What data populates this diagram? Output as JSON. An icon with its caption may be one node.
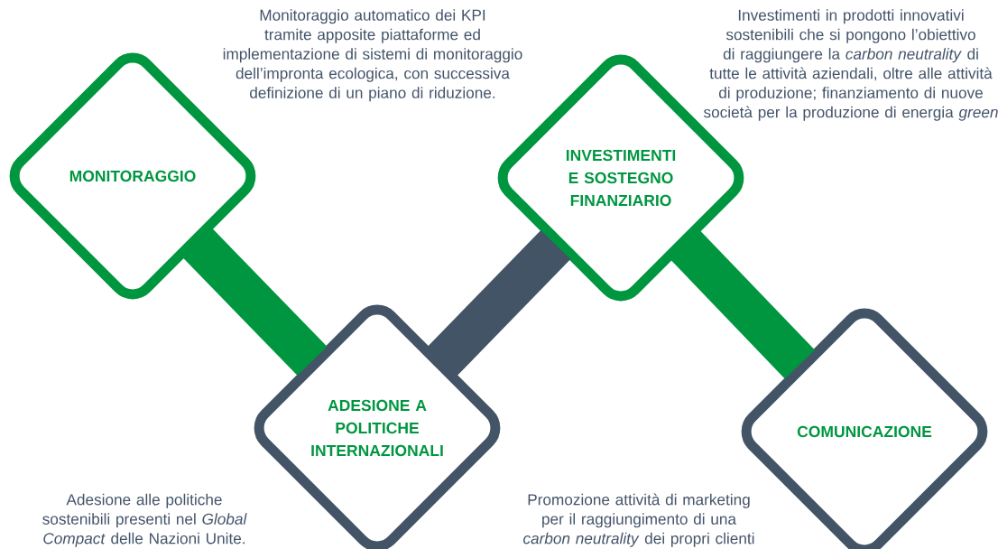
{
  "diagram": {
    "nodes": [
      {
        "text": [
          "MONITORAGGIO"
        ],
        "beside": [
          "Monitoraggio automatico dei KPI tramite apposite piattaforme ed implementazione di sistemi di monitoraggio dell’impronta ecologica, con successiva definizione di un piano di riduzione."
        ]
      },
      {
        "text": [
          "ADESIONE A POLITICHE INTERNAZIONALI"
        ],
        "beside": [
          "Adesione alle politiche sostenibili presenti nel *Global Compact* delle Nazioni Unite."
        ]
      },
      {
        "text": [
          "INVESTIMENTI E SOSTEGNO FINANZIARIO"
        ],
        "beside": [
          "Investimenti in prodotti innovativi sostenibili che si pongono l’obiettivo di raggiungere la *carbon neutrality* di tutte le attività aziendali, oltre alle attività di produzione; finanziamento di nuove società per la produzione di energia *green*"
        ]
      },
      {
        "text": [
          "COMUNICAZIONE"
        ],
        "beside": [
          "Promozione attività di marketing per il raggiungimento di una *carbon neutrality* dei propri clienti"
        ]
      }
    ],
    "edges": [
      {
        "from": 0,
        "to": 1,
        "arrow": "none"
      },
      {
        "from": 1,
        "to": 2,
        "arrow": "none",
        "color": "#425466"
      },
      {
        "from": 2,
        "to": 3,
        "arrow": "none"
      }
    ]
  }
}
